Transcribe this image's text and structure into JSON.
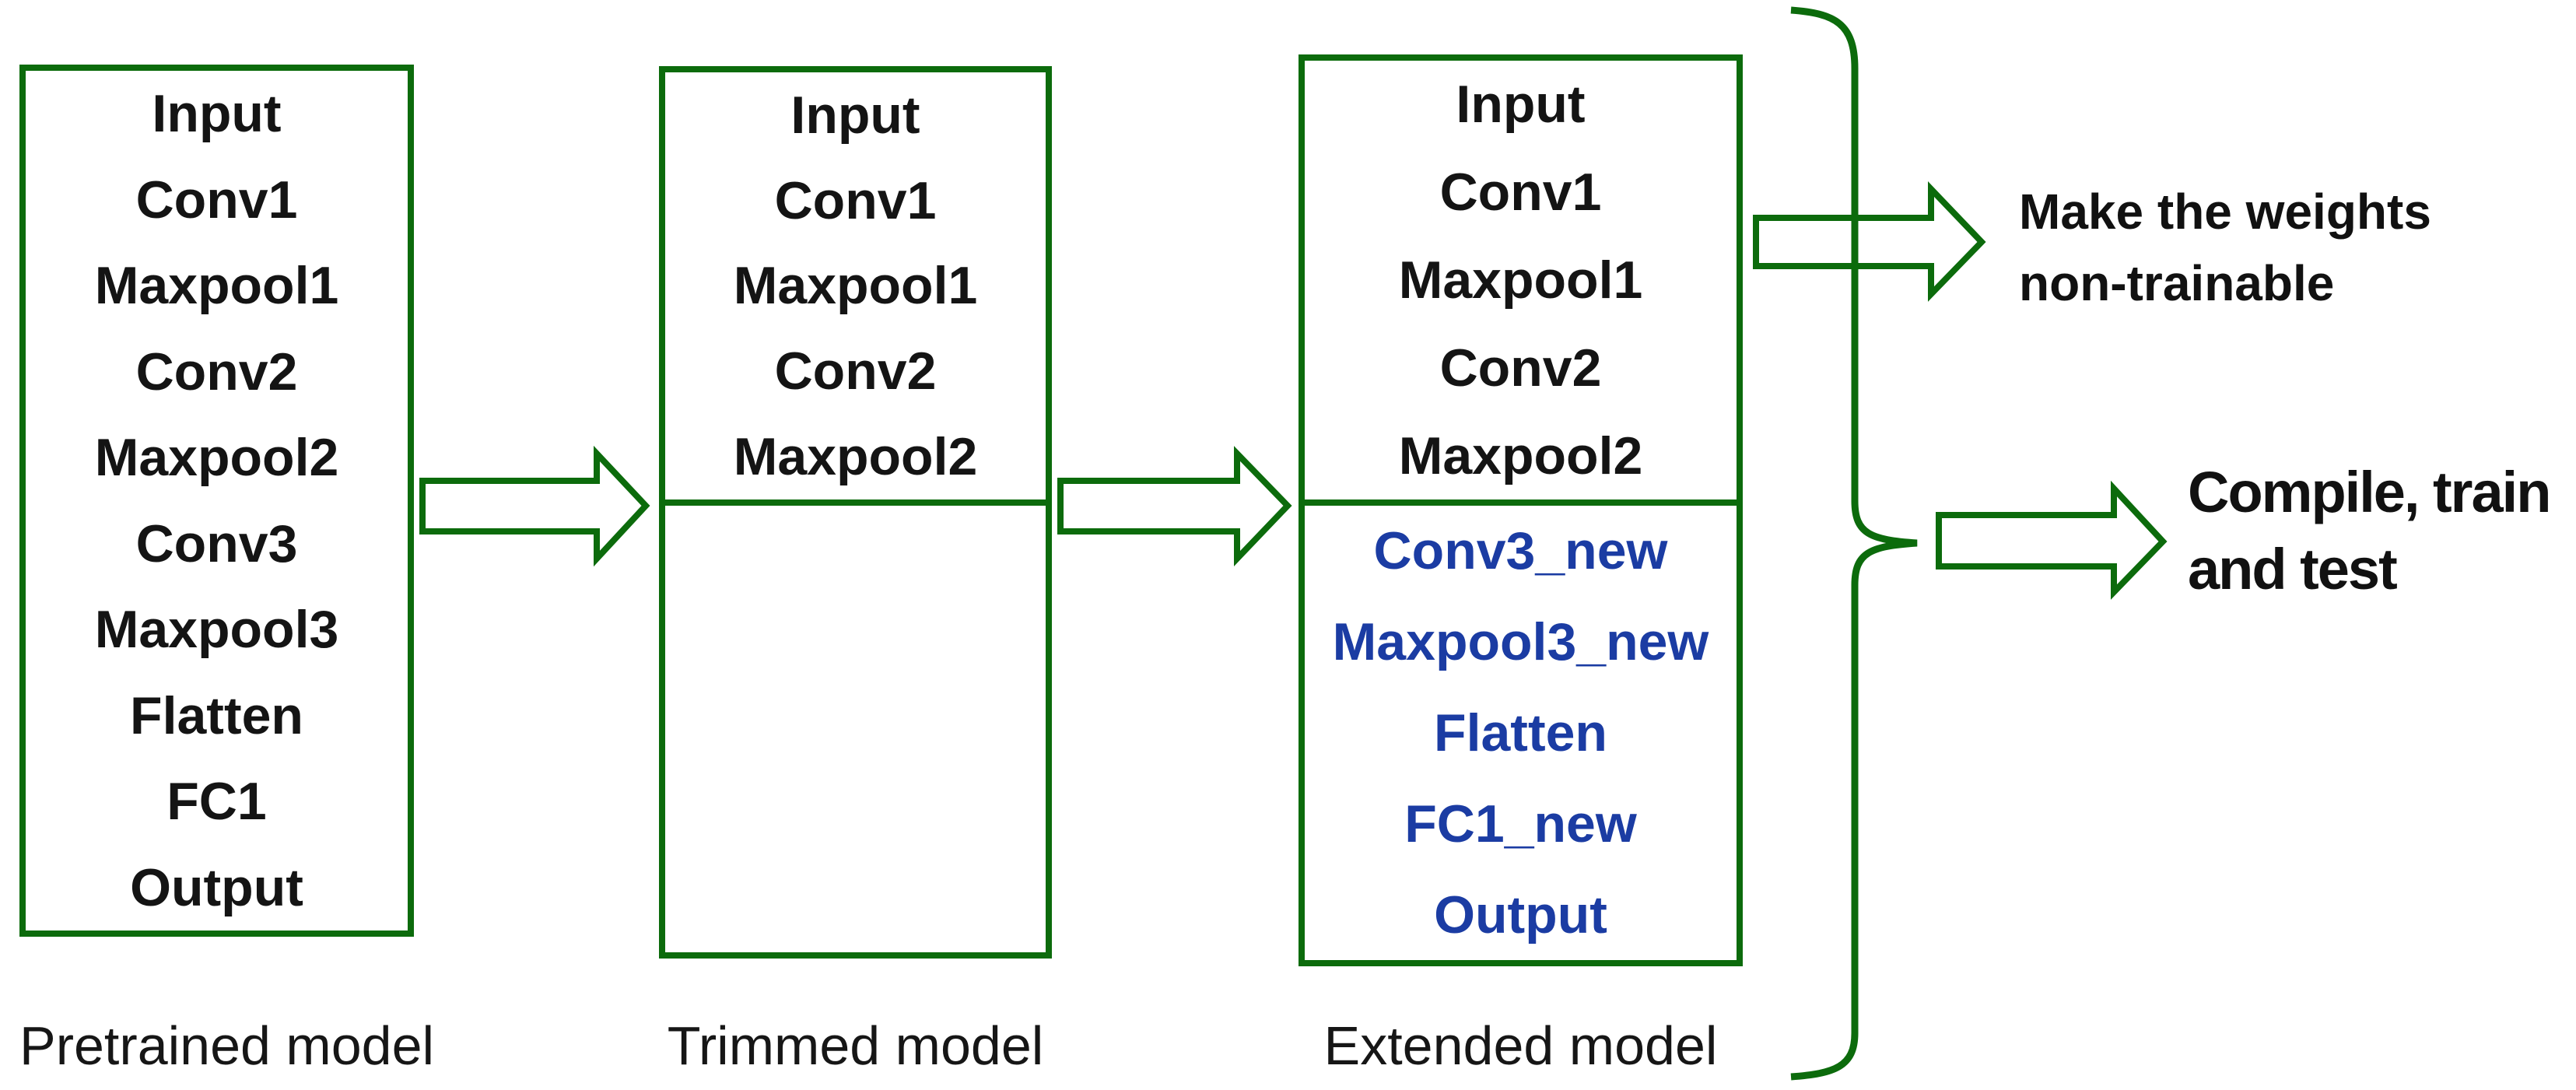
{
  "models": [
    {
      "label": "Pretrained model",
      "layers_top": [
        "Input",
        "Conv1",
        "Maxpool1",
        "Conv2",
        "Maxpool2",
        "Conv3",
        "Maxpool3",
        "Flatten",
        "FC1",
        "Output"
      ],
      "layers_bottom": []
    },
    {
      "label": "Trimmed model",
      "layers_top": [
        "Input",
        "Conv1",
        "Maxpool1",
        "Conv2",
        "Maxpool2"
      ],
      "layers_bottom": []
    },
    {
      "label": "Extended model",
      "layers_top": [
        "Input",
        "Conv1",
        "Maxpool1",
        "Conv2",
        "Maxpool2"
      ],
      "layers_bottom": [
        "Conv3_new",
        "Maxpool3_new",
        "Flatten",
        "FC1_new",
        "Output"
      ]
    }
  ],
  "annotations": {
    "make_weights": {
      "line1": "Make the weights",
      "line2": "non-trainable"
    },
    "compile": {
      "line1": "Compile, train",
      "line2": "and test"
    }
  },
  "colors": {
    "outline_green": "#0C6B0C",
    "new_layer_blue": "#1B3CA3",
    "text_black": "#141414"
  }
}
